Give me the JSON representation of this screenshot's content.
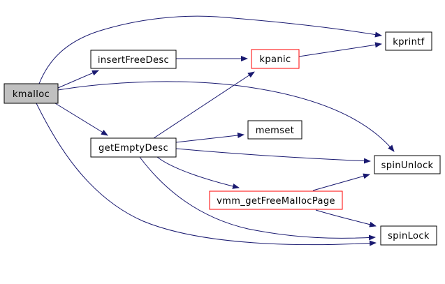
{
  "diagram": {
    "kind": "doxygen-call-graph",
    "root_function": "kmalloc",
    "colors": {
      "background": "#ffffff",
      "edge": "#191970",
      "node_border": "#000000",
      "node_fill": "#ffffff",
      "highlight_border": "#ff0000",
      "focus_node_fill": "#c0c0c0",
      "text": "#000000"
    },
    "nodes": [
      {
        "id": "kmalloc",
        "label": "kmalloc",
        "style": "focus"
      },
      {
        "id": "insertFreeDesc",
        "label": "insertFreeDesc",
        "style": "normal"
      },
      {
        "id": "kpanic",
        "label": "kpanic",
        "style": "highlight"
      },
      {
        "id": "kprintf",
        "label": "kprintf",
        "style": "normal"
      },
      {
        "id": "getEmptyDesc",
        "label": "getEmptyDesc",
        "style": "normal"
      },
      {
        "id": "memset",
        "label": "memset",
        "style": "normal"
      },
      {
        "id": "spinUnlock",
        "label": "spinUnlock",
        "style": "normal"
      },
      {
        "id": "vmm_getFreeMallocPage",
        "label": "vmm_getFreeMallocPage",
        "style": "highlight"
      },
      {
        "id": "spinLock",
        "label": "spinLock",
        "style": "normal"
      }
    ],
    "edges": [
      {
        "from": "kmalloc",
        "to": "kprintf"
      },
      {
        "from": "kmalloc",
        "to": "insertFreeDesc"
      },
      {
        "from": "kmalloc",
        "to": "getEmptyDesc"
      },
      {
        "from": "kmalloc",
        "to": "spinUnlock"
      },
      {
        "from": "kmalloc",
        "to": "spinLock"
      },
      {
        "from": "insertFreeDesc",
        "to": "kpanic"
      },
      {
        "from": "kpanic",
        "to": "kprintf"
      },
      {
        "from": "getEmptyDesc",
        "to": "kpanic"
      },
      {
        "from": "getEmptyDesc",
        "to": "memset"
      },
      {
        "from": "getEmptyDesc",
        "to": "spinUnlock"
      },
      {
        "from": "getEmptyDesc",
        "to": "vmm_getFreeMallocPage"
      },
      {
        "from": "getEmptyDesc",
        "to": "spinLock"
      },
      {
        "from": "vmm_getFreeMallocPage",
        "to": "spinUnlock"
      },
      {
        "from": "vmm_getFreeMallocPage",
        "to": "spinLock"
      }
    ]
  }
}
